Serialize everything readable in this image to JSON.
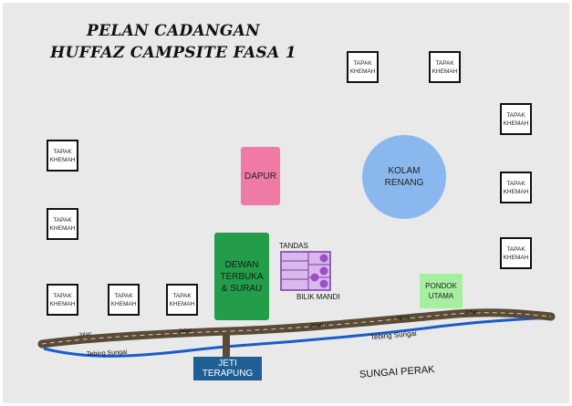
{
  "title": {
    "line1": "PELAN CADANGAN",
    "line2": "HUFFAZ CAMPSITE FASA 1"
  },
  "tent": {
    "line1": "TAPAK",
    "line2": "KHEMAH"
  },
  "dapur": {
    "label": "DAPUR",
    "color": "#ee7aa5"
  },
  "kolam": {
    "line1": "KOLAM",
    "line2": "RENANG",
    "color": "#8ab8ee"
  },
  "dewan": {
    "line1": "DEWAN",
    "line2": "TERBUKA",
    "line3": "& SURAU",
    "color": "#239d4a"
  },
  "tandas": {
    "label": "TANDAS",
    "color": "#9d4fc4"
  },
  "bilik_mandi": {
    "label": "BILIK MANDI"
  },
  "pondok": {
    "line1": "PONDOK",
    "line2": "UTAMA",
    "color": "#a6eea0"
  },
  "jeti": {
    "label": "JETI TERAPUNG",
    "color": "#1f5f93"
  },
  "road": {
    "labels": [
      "Jalan",
      "Jalan",
      "Jalan",
      "Jalan",
      "Jalan"
    ]
  },
  "tebing": {
    "labels": [
      "Tebing Sungai",
      "Tebing Sungai"
    ]
  },
  "sungai": {
    "label": "SUNGAI PERAK",
    "color": "#1a5cc8"
  }
}
